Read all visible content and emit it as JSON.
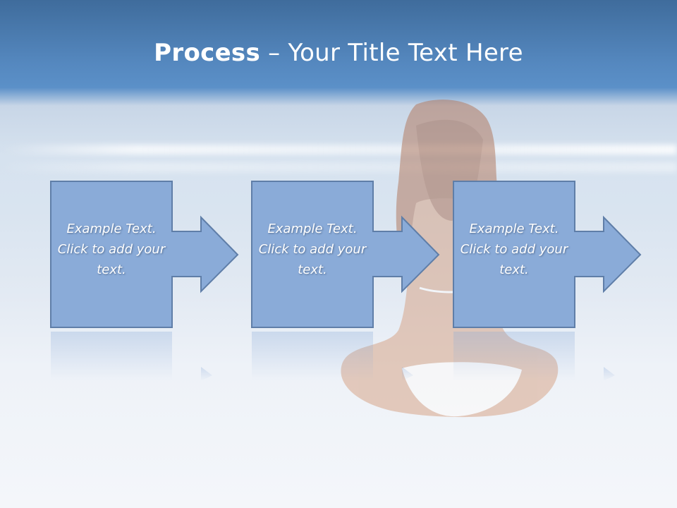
{
  "slide": {
    "title_bold": "Process",
    "title_rest": " – Your Title Text Here",
    "steps": [
      {
        "text": "Example Text. Click  to add your text."
      },
      {
        "text": "Example Text. Click  to add your text."
      },
      {
        "text": "Example Text. Click  to add your text."
      }
    ]
  },
  "colors": {
    "box_fill": "#8aabd8",
    "box_stroke": "#5f7ea8",
    "title_color": "#ffffff"
  }
}
